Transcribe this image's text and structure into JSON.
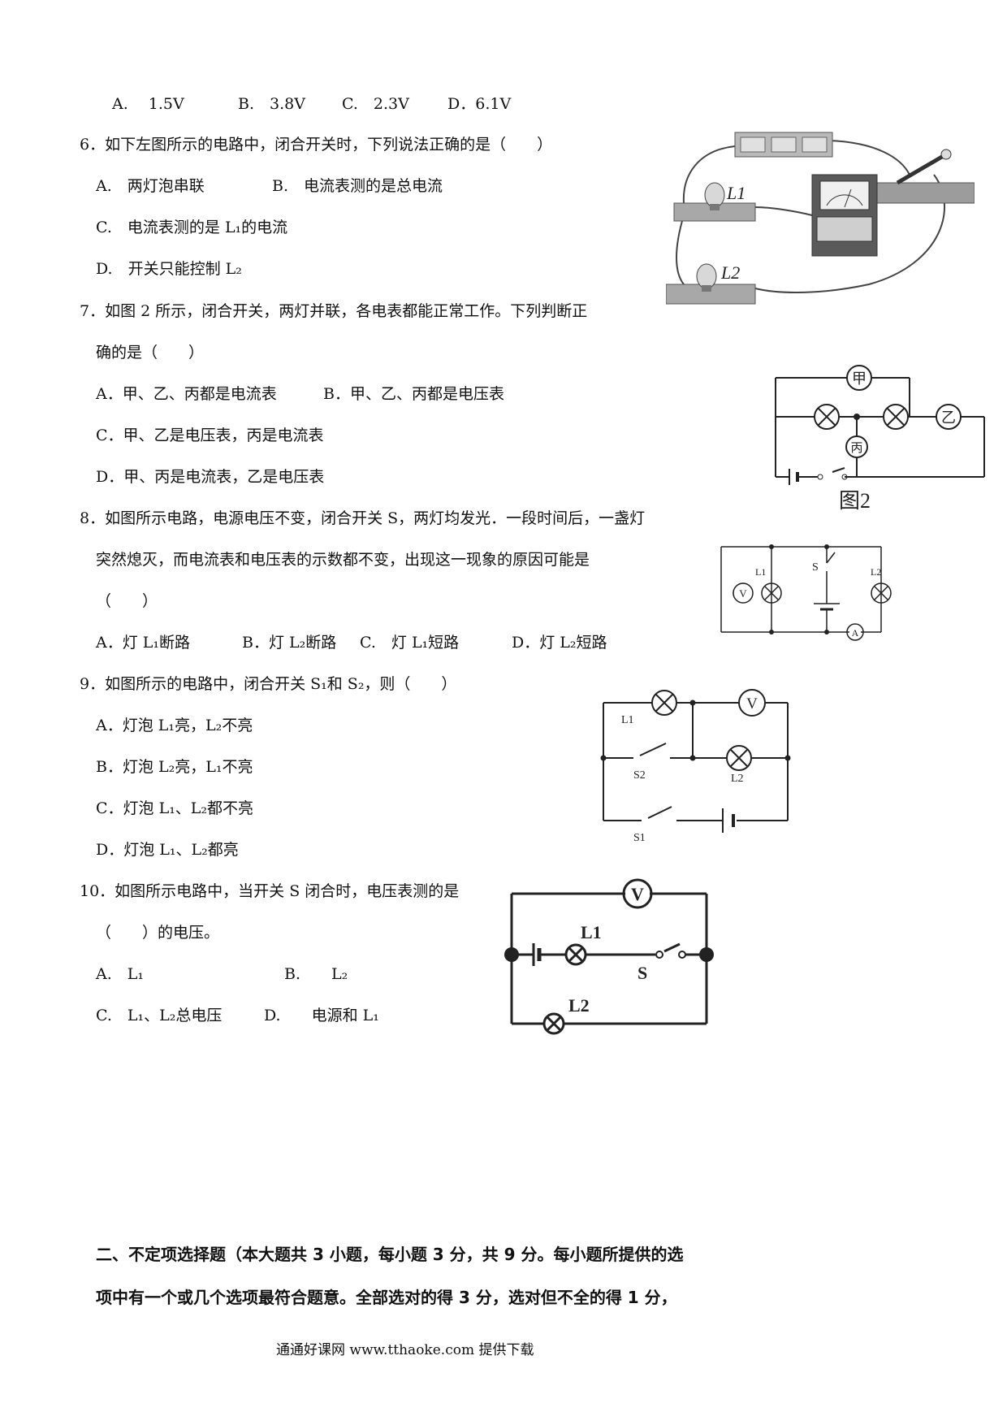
{
  "q5": {
    "opts": [
      "A.　 1.5V",
      "B.　3.8V",
      "C.　2.3V",
      "D．6.1V"
    ]
  },
  "q6": {
    "stem": "6．如下左图所示的电路中，闭合开关时，下列说法正确的是（　　）",
    "opt_a": "A.　两灯泡串联",
    "opt_b": "B.　电流表测的是总电流",
    "opt_c": "C.　电流表测的是 L₁的电流",
    "opt_d": "D.　开关只能控制 L₂",
    "fig": {
      "l1": "L1",
      "l2": "L2"
    }
  },
  "q7": {
    "stem1": "7．如图 2 所示，闭合开关，两灯并联，各电表都能正常工作。下列判断正",
    "stem2": "确的是（　　）",
    "opt_a": "A．甲、乙、丙都是电流表",
    "opt_b": "B．甲、乙、丙都是电压表",
    "opt_c": "C．甲、乙是电压表，丙是电流表",
    "opt_d": "D．甲、丙是电流表，乙是电压表",
    "fig": {
      "jia": "甲",
      "yi": "乙",
      "bing": "丙",
      "caption": "图2"
    }
  },
  "q8": {
    "stem1": "8．如图所示电路，电源电压不变，闭合开关 S，两灯均发光．一段时间后，一盏灯",
    "stem2": "突然熄灭，而电流表和电压表的示数都不变，出现这一现象的原因可能是",
    "stem3": "（　　）",
    "opt_a": "A．灯 L₁断路",
    "opt_b": "B．灯 L₂断路",
    "opt_c": "C.　灯 L₁短路",
    "opt_d": "D．灯 L₂短路",
    "fig": {
      "v": "V",
      "a": "A",
      "s": "S",
      "l1": "L1",
      "l2": "L2"
    }
  },
  "q9": {
    "stem": "9．如图所示的电路中，闭合开关 S₁和 S₂，则（　　）",
    "opt_a": "A．灯泡 L₁亮，L₂不亮",
    "opt_b": "B．灯泡 L₂亮，L₁不亮",
    "opt_c": "C．灯泡 L₁、L₂都不亮",
    "opt_d": "D．灯泡 L₁、L₂都亮",
    "fig": {
      "v": "V",
      "l1": "L1",
      "l2": "L2",
      "s1": "S1",
      "s2": "S2"
    }
  },
  "q10": {
    "stem": "10．如图所示电路中，当开关 S 闭合时，电压表测的是",
    "stem2": "（　　）的电压。",
    "opt_a": "A.　L₁",
    "opt_b": "B.　　L₂",
    "opt_c": "C.　L₁、L₂总电压",
    "opt_d": "D.　　电源和 L₁",
    "fig": {
      "v": "V",
      "l1": "L1",
      "l2": "L2",
      "s": "S"
    }
  },
  "section2": {
    "line1": "二、不定项选择题（本大题共 3 小题，每小题 3 分，共 9 分。每小题所提供的选",
    "line2": "项中有一个或几个选项最符合题意。全部选对的得 3 分，选对但不全的得 1 分，"
  },
  "footer": {
    "text": "通通好课网 www.tthaoke.com 提供下载"
  }
}
